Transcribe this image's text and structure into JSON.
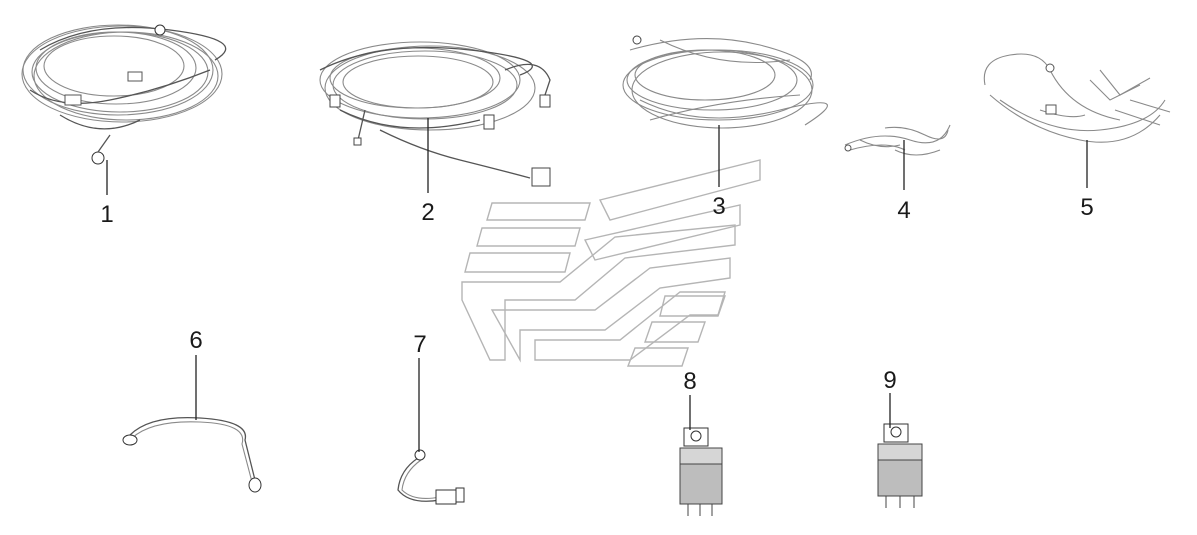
{
  "callouts": [
    {
      "id": "1",
      "label": "1"
    },
    {
      "id": "2",
      "label": "2"
    },
    {
      "id": "3",
      "label": "3"
    },
    {
      "id": "4",
      "label": "4"
    },
    {
      "id": "5",
      "label": "5"
    },
    {
      "id": "6",
      "label": "6"
    },
    {
      "id": "7",
      "label": "7"
    },
    {
      "id": "8",
      "label": "8"
    },
    {
      "id": "9",
      "label": "9"
    }
  ],
  "parts": [
    {
      "id": "1",
      "kind": "wire-harness-large"
    },
    {
      "id": "2",
      "kind": "wire-harness-with-connectors"
    },
    {
      "id": "3",
      "kind": "wire-harness-loose"
    },
    {
      "id": "4",
      "kind": "small-wire-bundle"
    },
    {
      "id": "5",
      "kind": "wire-harness-branching"
    },
    {
      "id": "6",
      "kind": "ground-strap"
    },
    {
      "id": "7",
      "kind": "wire-with-connector"
    },
    {
      "id": "8",
      "kind": "relay"
    },
    {
      "id": "9",
      "kind": "relay"
    }
  ],
  "colors": {
    "line": "#1a1a1a",
    "wire": "#8a8a8a",
    "watermark": "#b5b5b5"
  }
}
